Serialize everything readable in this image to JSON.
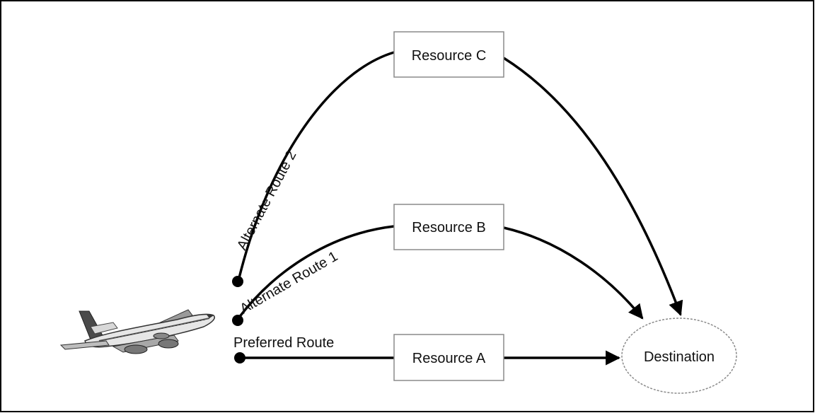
{
  "resources": {
    "a": "Resource A",
    "b": "Resource B",
    "c": "Resource C"
  },
  "destination": "Destination",
  "routes": {
    "preferred": "Preferred Route",
    "alternate1": "Alternate Route 1",
    "alternate2": "Alternate Route 2"
  },
  "colors": {
    "line": "#000000",
    "box_border": "#8a8a8a",
    "frame": "#000000"
  }
}
